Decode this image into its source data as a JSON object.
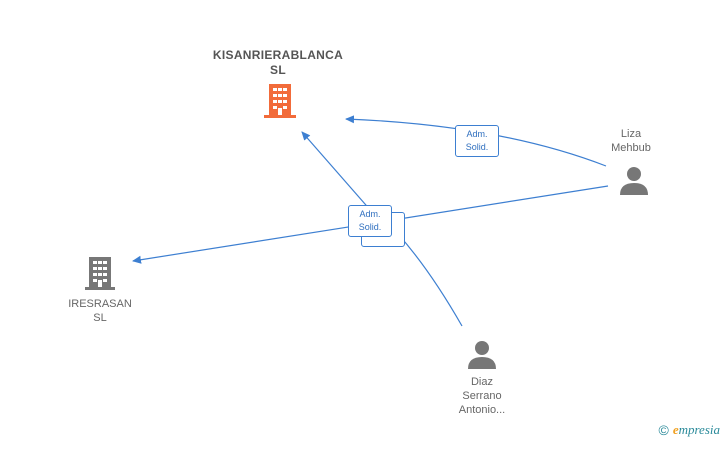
{
  "nodes": {
    "kisan": {
      "line1": "KISANRIERABLANCA",
      "line2": "SL",
      "icon": "building-icon",
      "color": "#f26b3a"
    },
    "iresrasan": {
      "line1": "IRESRASAN",
      "line2": "SL",
      "icon": "building-icon",
      "color": "#777777"
    },
    "liza": {
      "line1": "Liza",
      "line2": "Mehbub",
      "icon": "person-icon",
      "color": "#777777"
    },
    "diaz": {
      "line1": "Diaz",
      "line2": "Serrano",
      "line3": "Antonio...",
      "icon": "person-icon",
      "color": "#777777"
    }
  },
  "edges": {
    "liza_kisan": {
      "line1": "Adm.",
      "line2": "Solid."
    },
    "diaz_group": {
      "line1": "Adm.",
      "line2": "Solid."
    }
  },
  "edge_color": "#3d7fd1",
  "footer": {
    "copyright": "©",
    "brand_e": "e",
    "brand_rest": "mpresia"
  }
}
